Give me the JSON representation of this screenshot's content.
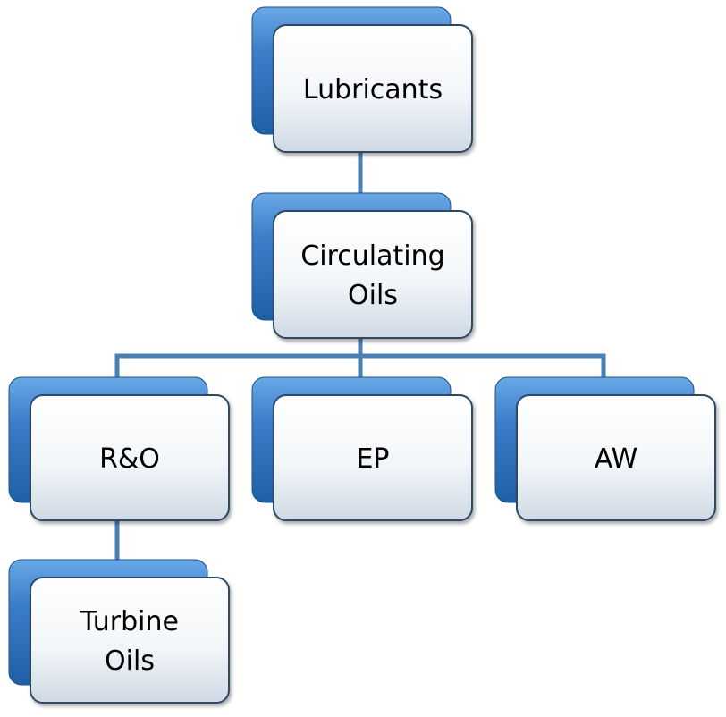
{
  "colors": {
    "connector": "#4a7fb5",
    "back_card_light": "#6aa8e6",
    "back_card_dark": "#1f5fa6",
    "front_card_light": "#ffffff",
    "front_card_dark": "#cfd9e4",
    "front_card_border": "#2d4a66",
    "text": "#000000"
  },
  "nodes": {
    "lubricants": {
      "lines": [
        "Lubricants"
      ]
    },
    "circulating_oils": {
      "lines": [
        "Circulating",
        "Oils"
      ]
    },
    "r_and_o": {
      "lines": [
        "R&O"
      ]
    },
    "ep": {
      "lines": [
        "EP"
      ]
    },
    "aw": {
      "lines": [
        "AW"
      ]
    },
    "turbine_oils": {
      "lines": [
        "Turbine",
        "Oils"
      ]
    }
  },
  "connections": [
    {
      "from": "lubricants",
      "to": "circulating_oils"
    },
    {
      "from": "circulating_oils",
      "to": "r_and_o"
    },
    {
      "from": "circulating_oils",
      "to": "ep"
    },
    {
      "from": "circulating_oils",
      "to": "aw"
    },
    {
      "from": "r_and_o",
      "to": "turbine_oils"
    }
  ]
}
